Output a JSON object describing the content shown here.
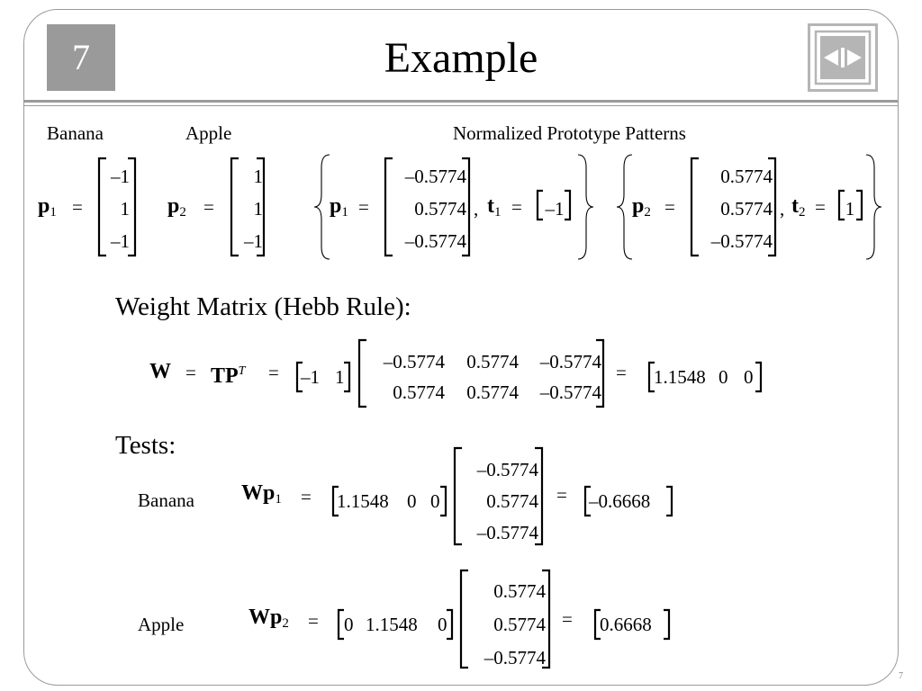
{
  "header": {
    "slide_number": "7",
    "title": "Example",
    "nav_icon": "chevron-left-right-icon",
    "page_number": "7"
  },
  "labels": {
    "banana": "Banana",
    "apple": "Apple",
    "normalized": "Normalized Prototype Patterns"
  },
  "symbols": {
    "p": "p",
    "t": "t",
    "W": "W",
    "TP": "TP",
    "T": "T",
    "one": "1",
    "two": "2",
    "eq": "=",
    "comma": ","
  },
  "prototypes": {
    "p1": [
      "–1",
      "1",
      "–1"
    ],
    "p2": [
      "1",
      "1",
      "–1"
    ]
  },
  "normalized": {
    "p1": [
      "–0.5774",
      "0.5774",
      "–0.5774"
    ],
    "t1": "–1",
    "p2": [
      "0.5774",
      "0.5774",
      "–0.5774"
    ],
    "t2": "1"
  },
  "weight": {
    "heading": "Weight Matrix (Hebb Rule):",
    "T_row": [
      "–1",
      "1"
    ],
    "PT_rows": [
      [
        "–0.5774",
        "0.5774",
        "–0.5774"
      ],
      [
        "0.5774",
        "0.5774",
        "–0.5774"
      ]
    ],
    "result": [
      "1.1548",
      "0",
      "0"
    ]
  },
  "tests": {
    "heading": "Tests:",
    "banana": {
      "label": "Banana",
      "W": [
        "1.1548",
        "0",
        "0"
      ],
      "p": [
        "–0.5774",
        "0.5774",
        "–0.5774"
      ],
      "result": "–0.6668"
    },
    "apple": {
      "label": "Apple",
      "W": [
        "0",
        "1.1548",
        "0"
      ],
      "p": [
        "0.5774",
        "0.5774",
        "–0.5774"
      ],
      "result": "0.6668"
    }
  }
}
